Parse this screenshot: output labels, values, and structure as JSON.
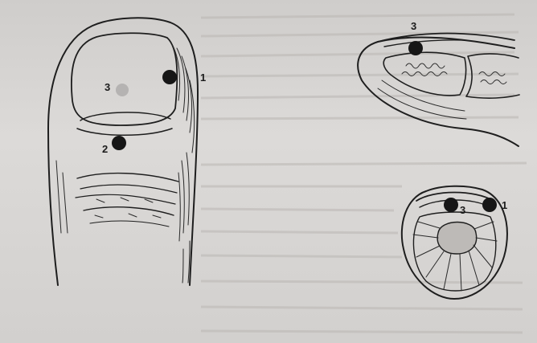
{
  "figure": {
    "background_color": "#d6d4d2",
    "ink_color": "#1e1e1e",
    "point_fill": "#161616",
    "faint_point_fill": "#b5b3b2",
    "thumb_view": {
      "labels": [
        "1",
        "2",
        "3"
      ]
    },
    "side_view": {
      "labels": [
        "3"
      ]
    },
    "cross_section": {
      "labels": [
        "3",
        "1"
      ]
    }
  }
}
